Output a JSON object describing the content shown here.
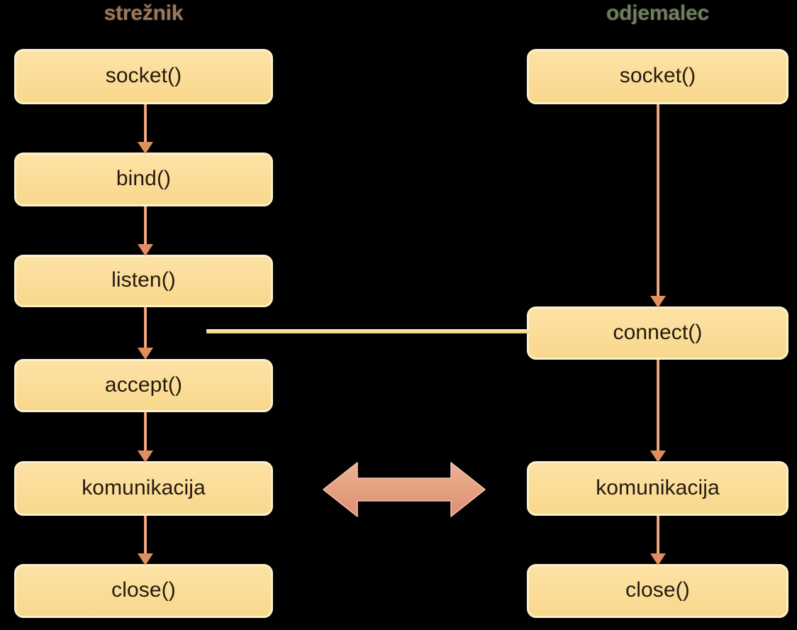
{
  "diagram": {
    "title_server": "strežnik",
    "title_client": "odjemalec",
    "colors": {
      "background": "#000000",
      "box_fill": "#fcdd99",
      "box_border": "#fdf0c8",
      "box_text": "#231a10",
      "arrow": "#df8f5f",
      "connector_line": "#f6dd8f",
      "bidirectional_arrow": "#e6a084",
      "server_title": "#9d7759",
      "client_title": "#6e7d5c"
    }
  },
  "server": {
    "label": "strežnik",
    "steps": [
      {
        "id": "server-socket",
        "label": "socket()"
      },
      {
        "id": "server-bind",
        "label": "bind()"
      },
      {
        "id": "server-listen",
        "label": "listen()"
      },
      {
        "id": "server-accept",
        "label": "accept()"
      },
      {
        "id": "server-komunikacija",
        "label": "komunikacija"
      },
      {
        "id": "server-close",
        "label": "close()"
      }
    ]
  },
  "client": {
    "label": "odjemalec",
    "steps": [
      {
        "id": "client-socket",
        "label": "socket()"
      },
      {
        "id": "client-connect",
        "label": "connect()"
      },
      {
        "id": "client-komunikacija",
        "label": "komunikacija"
      },
      {
        "id": "client-close",
        "label": "close()"
      }
    ]
  },
  "connections": {
    "client_connect_to_server": "connect() -> strežnik",
    "communication_exchange": "komunikacija <-> komunikacija"
  }
}
